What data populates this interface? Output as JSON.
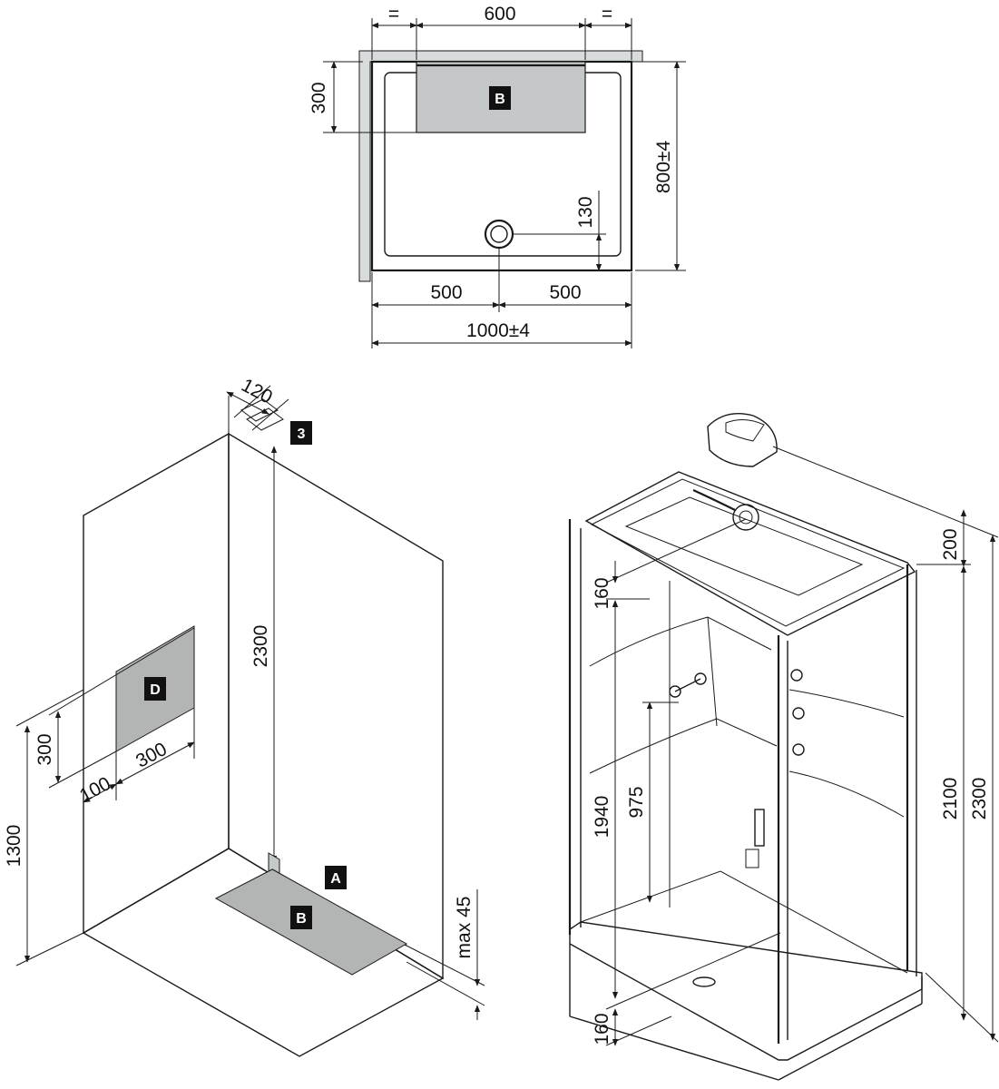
{
  "top_view": {
    "dim_eq_left": "=",
    "dim_width_top": "600",
    "dim_eq_right": "=",
    "dim_depth_area": "300",
    "tag_b": "B",
    "dim_depth_total": "800±4",
    "dim_drain_offset": "130",
    "dim_half_left": "500",
    "dim_half_right": "500",
    "dim_width_total": "1000±4"
  },
  "wall_view": {
    "dim_pipe": "120",
    "tag_3": "3",
    "dim_height_total": "2300",
    "tag_d": "D",
    "dim_d_height": "300",
    "dim_d_width": "300",
    "dim_d_offset": "100",
    "dim_d_elevation": "1300",
    "tag_a": "A",
    "tag_b": "B",
    "dim_max": "max 45"
  },
  "cabin_view": {
    "dim_top_offset": "160",
    "dim_tray_height": "200",
    "dim_inner_height": "1940",
    "dim_mixer_height": "975",
    "dim_cabin_height": "2100",
    "dim_total_height": "2300",
    "dim_bottom": "160"
  },
  "colors": {
    "line": "#1a1a1a",
    "area_fill": "#c4c8c8",
    "area_fill_dark": "#b3b5b5",
    "tag_bg": "#111111",
    "wall_strip": "#d9dcdc"
  }
}
